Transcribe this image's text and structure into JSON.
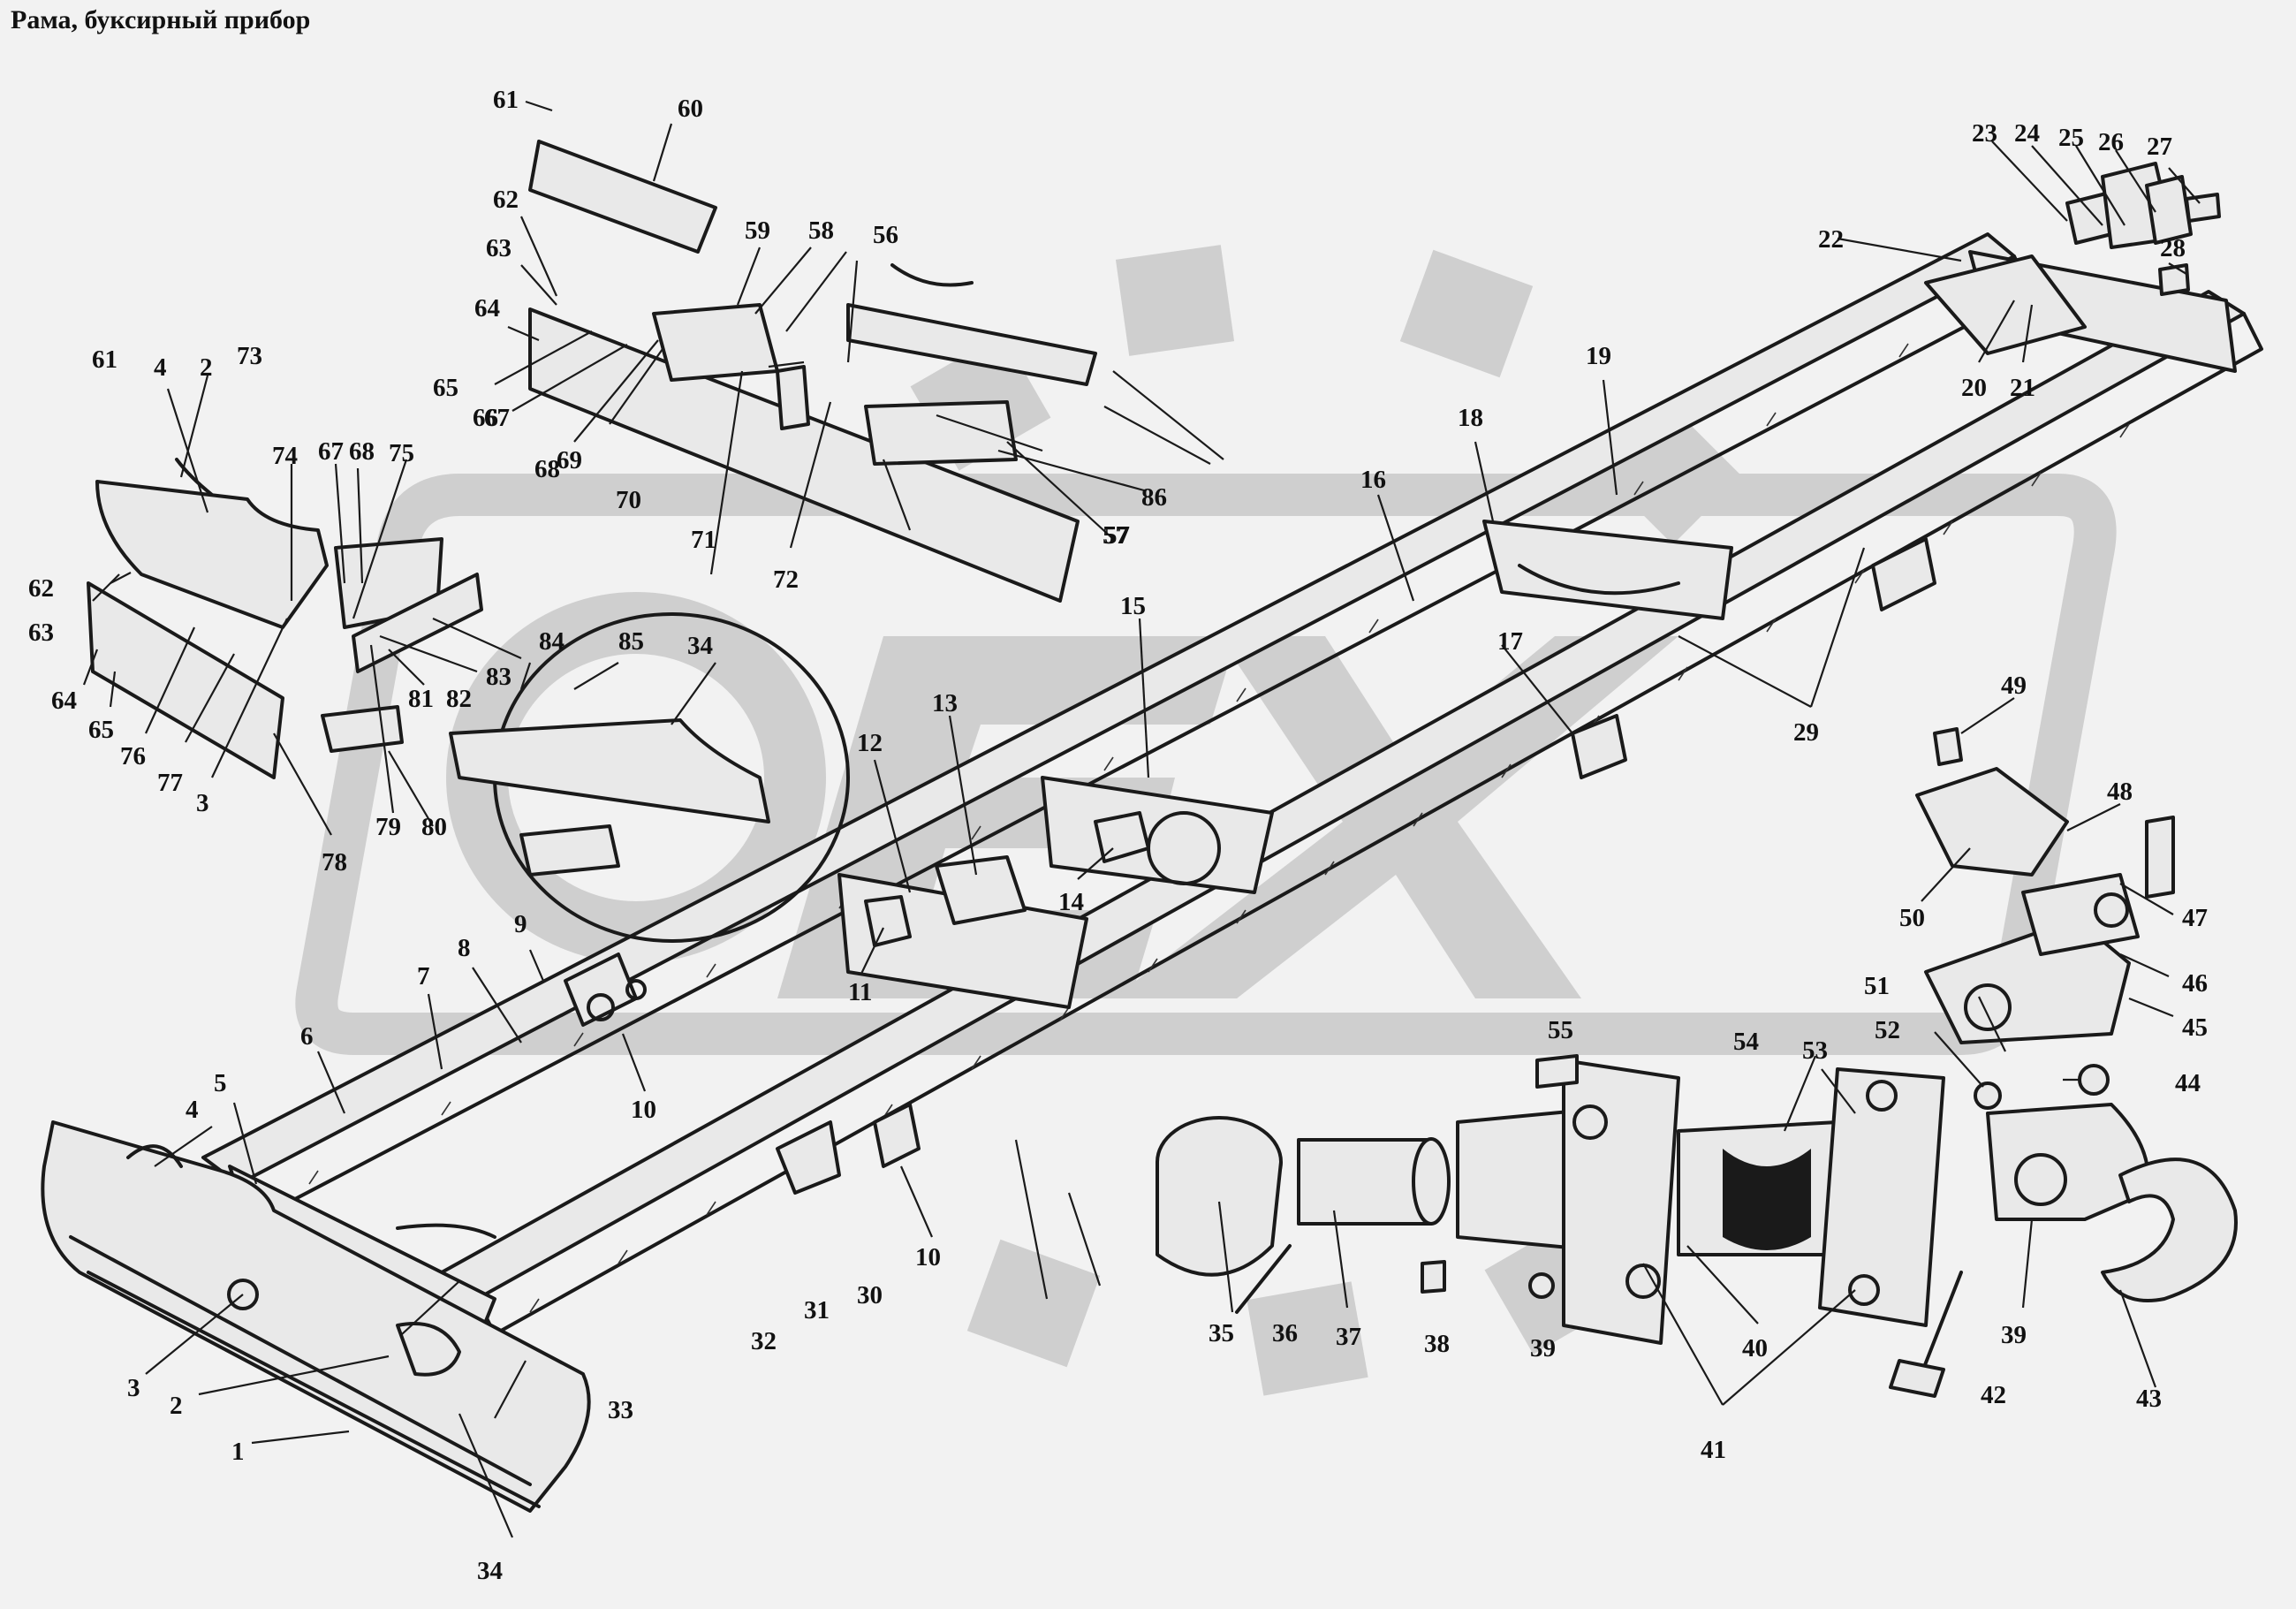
{
  "title": "Рама, буксирный прибор",
  "watermark": {
    "logo": "OEX",
    "color": "#cfcfcf"
  },
  "ink_color": "#1a1a1a",
  "background_color": "#f2f2f2",
  "callouts": [
    "1",
    "2",
    "2",
    "3",
    "3",
    "4",
    "4",
    "5",
    "6",
    "7",
    "8",
    "9",
    "10",
    "10",
    "11",
    "12",
    "13",
    "14",
    "15",
    "16",
    "17",
    "18",
    "19",
    "20",
    "21",
    "22",
    "23",
    "24",
    "25",
    "26",
    "27",
    "28",
    "29",
    "30",
    "31",
    "32",
    "33",
    "34",
    "34",
    "35",
    "36",
    "37",
    "38",
    "39",
    "39",
    "40",
    "41",
    "42",
    "43",
    "44",
    "45",
    "46",
    "47",
    "48",
    "49",
    "50",
    "51",
    "52",
    "53",
    "54",
    "55",
    "56",
    "57",
    "57",
    "58",
    "59",
    "60",
    "61",
    "61",
    "62",
    "62",
    "63",
    "63",
    "64",
    "64",
    "65",
    "65",
    "66",
    "67",
    "67",
    "68",
    "68",
    "69",
    "70",
    "71",
    "72",
    "73",
    "74",
    "75",
    "76",
    "77",
    "78",
    "79",
    "80",
    "81",
    "82",
    "83",
    "84",
    "85",
    "86"
  ]
}
